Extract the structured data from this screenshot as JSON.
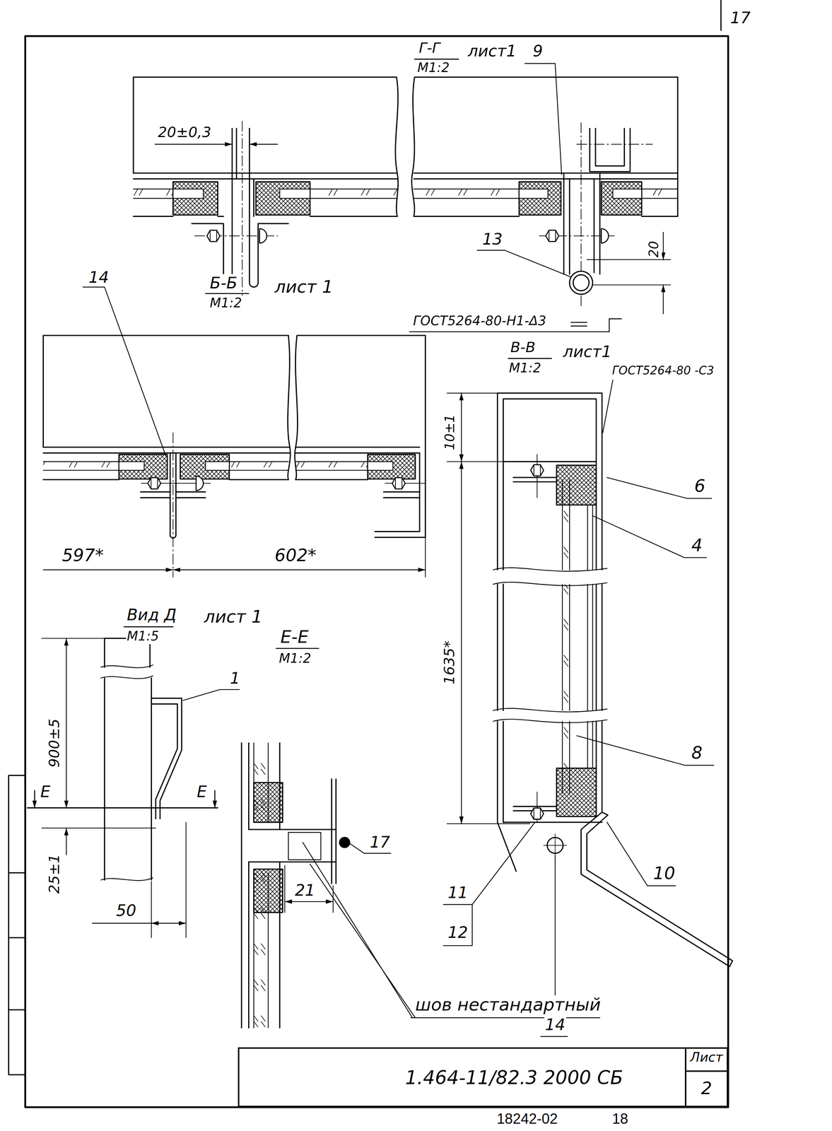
{
  "diagram": {
    "nodes": [
      {
        "text": [
          "1.464-11/82.3 2000 СБ"
        ]
      },
      {
        "text": [
          "Лист",
          "2"
        ],
        "in": 0
      }
    ],
    "labels": [
      "17",
      "Г-Г",
      "М1:2",
      "лист1",
      "9",
      "20±0,3",
      "20",
      "13",
      "Б-Б",
      "М1:2",
      "лист 1",
      "ГОСТ5264-80-Н1-Δ3",
      "14",
      "В-В",
      "М1:2",
      "лист1",
      "ГОСТ5264-80 -С3",
      "10±1",
      "6",
      "4",
      "1635*",
      "597*",
      "602*",
      "Вид Д",
      "М1:5",
      "лист 1",
      "Е-Е",
      "М1:2",
      "1",
      "900±5",
      "Е",
      "Е",
      "25±1",
      "50",
      "17",
      "8",
      "10",
      "11",
      "12",
      "14",
      "21",
      "шов нестандартный",
      "18242-02",
      "18"
    ]
  }
}
